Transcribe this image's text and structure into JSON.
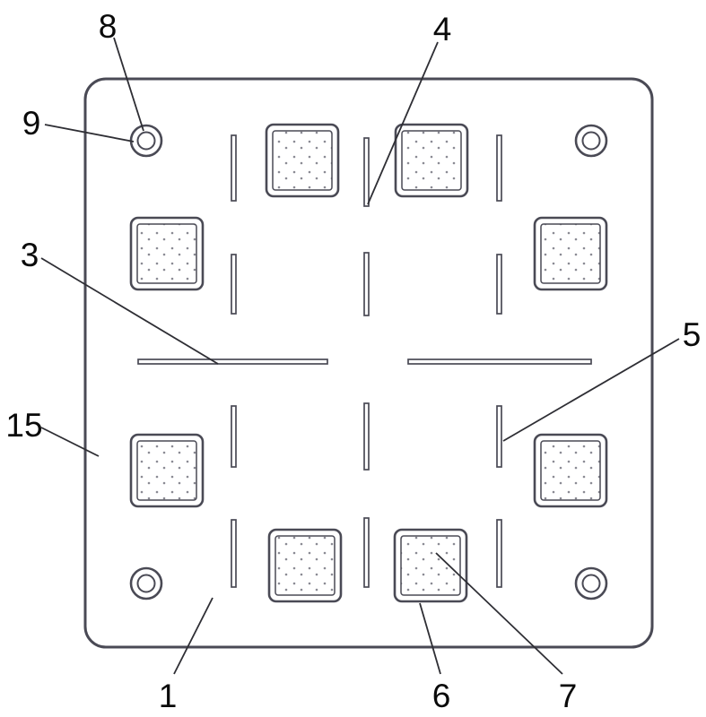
{
  "figure": {
    "kind": "patent-style technical drawing, square base plate top view",
    "background": "#ffffff",
    "line_color": "#4a4a55",
    "label_color": "#0a0a0a",
    "dot_color": "#8a8a93"
  },
  "labels": {
    "l8": {
      "text": "8"
    },
    "l9": {
      "text": "9"
    },
    "l4": {
      "text": "4"
    },
    "l3": {
      "text": "3"
    },
    "l5": {
      "text": "5"
    },
    "l15": {
      "text": "15"
    },
    "l1": {
      "text": "1"
    },
    "l6": {
      "text": "6"
    },
    "l7": {
      "text": "7"
    }
  }
}
